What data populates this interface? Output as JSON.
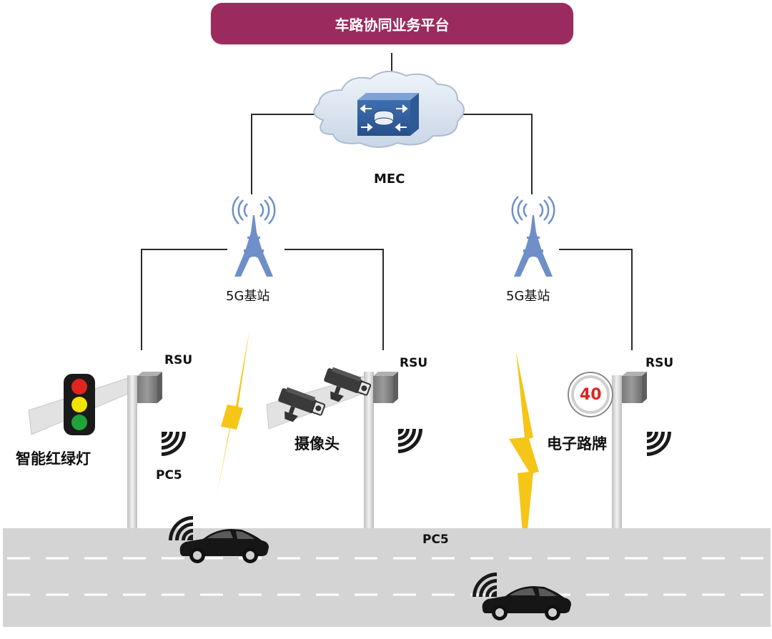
{
  "platform": {
    "title": "车路协同业务平台"
  },
  "mec": {
    "label": "MEC"
  },
  "base_stations": [
    {
      "label": "5G基站"
    },
    {
      "label": "5G基站"
    }
  ],
  "rsu": [
    {
      "label": "RSU"
    },
    {
      "label": "RSU"
    },
    {
      "label": "RSU"
    }
  ],
  "devices": {
    "traffic_light": "智能红绿灯",
    "camera": "摄像头",
    "road_sign": "电子路牌",
    "speed_limit": "40"
  },
  "links": {
    "pc5_upper": "PC5",
    "pc5_road": "PC5"
  },
  "colors": {
    "platform": "#9b2b5e",
    "tower": "#6e8fc7",
    "lightning": "#f5c518",
    "road": "#d4d4d4",
    "traffic_red": "#e0251f",
    "traffic_yellow": "#f2e205",
    "traffic_green": "#1fa33a"
  }
}
